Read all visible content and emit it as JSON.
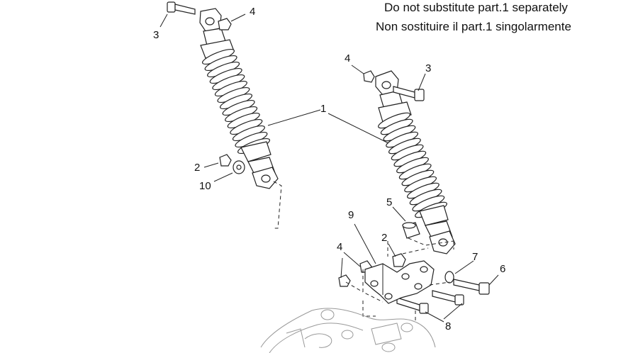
{
  "notes": {
    "line1": "Do not substitute part.1 separately",
    "line2": "Non sostituire il part.1 singolarmente"
  },
  "callouts": {
    "c1": "1",
    "c2a": "2",
    "c2b": "2",
    "c3a": "3",
    "c3b": "3",
    "c4a": "4",
    "c4b": "4",
    "c4c": "4",
    "c5": "5",
    "c6": "6",
    "c7": "7",
    "c8": "8",
    "c9": "9",
    "c10": "10"
  }
}
